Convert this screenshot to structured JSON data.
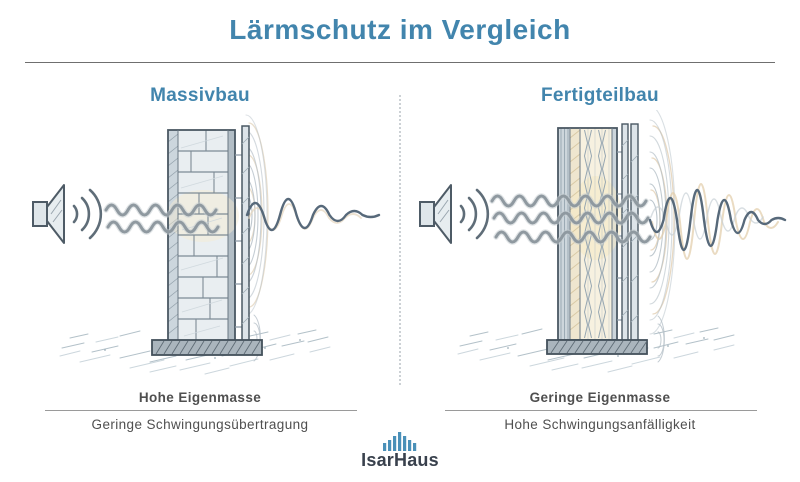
{
  "title": "Lärmschutz im Vergleich",
  "colors": {
    "accent": "#4285ad",
    "text-gray": "#4f4f4f",
    "rule-dark": "#6f6f6f",
    "rule-light": "#9a9a9a",
    "divider": "#ccd1d5",
    "logo-text": "#39414d",
    "logo-bars": "#4a90b8"
  },
  "panels": {
    "left": {
      "heading": "Massivbau",
      "stat_top": "Hohe Eigenmasse",
      "stat_bottom": "Geringe Schwingungsübertragung",
      "illustration": {
        "speaker_icon": "loudspeaker-icon",
        "incoming_wave_count": 2,
        "wall_type": "solid-masonry-wall",
        "transmitted_wave": "small-decaying-sine"
      }
    },
    "right": {
      "heading": "Fertigteilbau",
      "stat_top": "Geringe Eigenmasse",
      "stat_bottom": "Hohe Schwingungsanfälligkeit",
      "illustration": {
        "speaker_icon": "loudspeaker-icon",
        "incoming_wave_count": 3,
        "wall_type": "prefab-panel-wall-with-insulation",
        "transmitted_wave": "large-amplitude-sine"
      }
    }
  },
  "logo": {
    "name": "IsarHaus",
    "icon": "bar-house-logo-icon"
  }
}
